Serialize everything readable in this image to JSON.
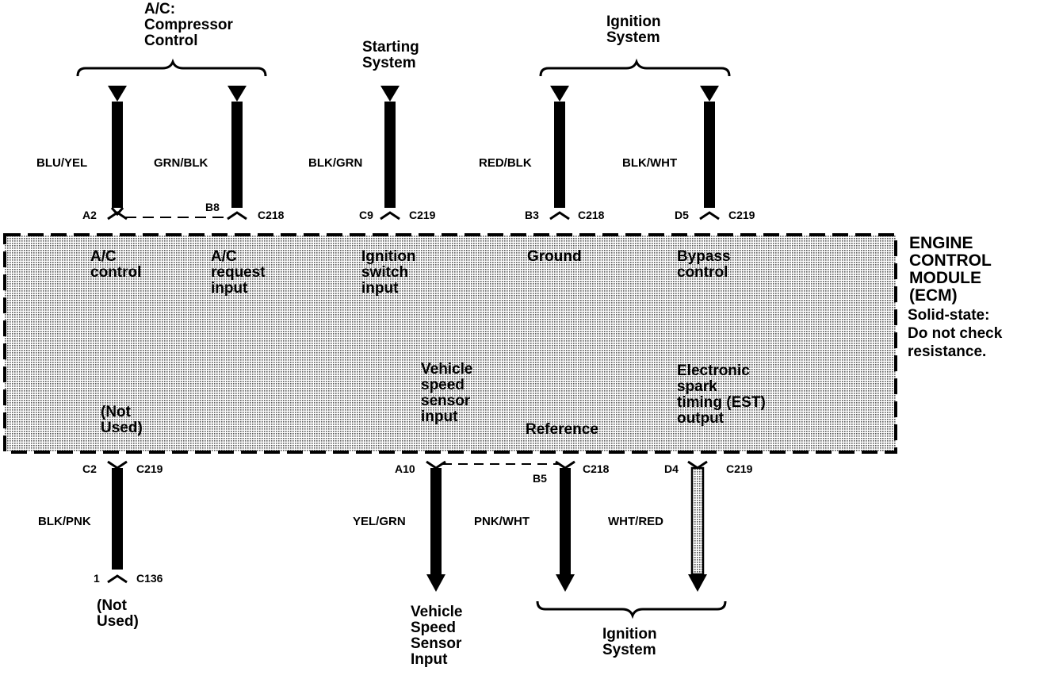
{
  "groups": {
    "ac_compressor": "A/C:\nCompressor\nControl",
    "starting_system": "Starting\nSystem",
    "ignition_top": "Ignition\nSystem",
    "ignition_bottom": "Ignition\nSystem",
    "not_used_bottom": "(Not\nUsed)",
    "vss_input_bottom": "Vehicle\nSpeed\nSensor\nInput"
  },
  "wires": {
    "blu_yel": "BLU/YEL",
    "grn_blk": "GRN/BLK",
    "blk_grn": "BLK/GRN",
    "red_blk": "RED/BLK",
    "blk_wht": "BLK/WHT",
    "blk_pnk": "BLK/PNK",
    "yel_grn": "YEL/GRN",
    "pnk_wht": "PNK/WHT",
    "wht_red": "WHT/RED"
  },
  "pins": {
    "a2": "A2",
    "b8": "B8",
    "c218_a": "C218",
    "c9": "C9",
    "c219_a": "C219",
    "b3": "B3",
    "c218_b": "C218",
    "d5": "D5",
    "c219_b": "C219",
    "c2": "C2",
    "c219_c": "C219",
    "a10": "A10",
    "b5": "B5",
    "c218_c": "C218",
    "d4": "D4",
    "c219_d": "C219",
    "p1": "1",
    "c136": "C136"
  },
  "functions": {
    "ac_control": "A/C\ncontrol",
    "ac_request": "A/C\nrequest\ninput",
    "ign_switch": "Ignition\nswitch\ninput",
    "ground": "Ground",
    "bypass": "Bypass\ncontrol",
    "not_used": "(Not\nUsed)",
    "vss": "Vehicle\nspeed\nsensor\ninput",
    "reference": "Reference",
    "est": "Electronic\nspark\ntiming (EST)\noutput"
  },
  "ecm": {
    "title": "ENGINE\nCONTROL\nMODULE\n(ECM)",
    "note": "Solid-state:\nDo not check\nresistance."
  }
}
